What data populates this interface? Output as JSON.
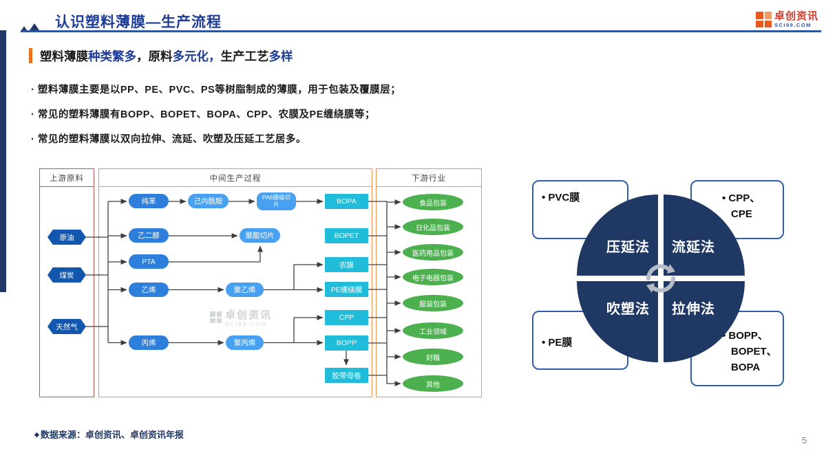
{
  "header": {
    "title": "认识塑料薄膜—生产流程",
    "logo": {
      "name": "卓创资讯",
      "domain": "SCI99.COM"
    }
  },
  "section": {
    "heading_parts": [
      "塑料薄膜",
      "种类繁多",
      "，原料",
      "多元化，",
      "生产工艺",
      "多样"
    ],
    "bullets": [
      "· 塑料薄膜主要是以PP、PE、PVC、PS等树脂制成的薄膜，用于包装及覆膜层；",
      "· 常见的塑料薄膜有BOPP、BOPET、BOPA、CPP、农膜及PE缠绕膜等；",
      "· 常见的塑料薄膜以双向拉伸、流延、吹塑及压延工艺居多。"
    ]
  },
  "flowchart": {
    "upstream": {
      "title": "上游原料",
      "items": [
        "原油",
        "煤炭",
        "天然气"
      ]
    },
    "middle": {
      "title": "中间生产过程",
      "nodes": [
        "纯苯",
        "己内酰胺",
        "PA6膜级切片",
        "乙二醇",
        "聚酯切片",
        "PTA",
        "乙烯",
        "聚乙烯",
        "丙烯",
        "聚丙烯"
      ],
      "products": [
        "BOPA",
        "BOPET",
        "农膜",
        "PE缠绕膜",
        "CPP",
        "BOPP",
        "胶带母卷"
      ]
    },
    "downstream": {
      "title": "下游行业",
      "items": [
        "食品包装",
        "日化品包装",
        "医药用品包装",
        "电子电器包装",
        "服装包装",
        "工业领域",
        "封箱",
        "其他"
      ]
    },
    "watermark": {
      "name": "卓创资讯",
      "domain": "SCI99.COM"
    }
  },
  "cycle": {
    "quadrants": [
      "压延法",
      "流延法",
      "吹塑法",
      "拉伸法"
    ],
    "corners": [
      {
        "lines": [
          "• PVC膜"
        ]
      },
      {
        "lines": [
          "• CPP、",
          "CPE"
        ]
      },
      {
        "lines": [
          "• PE膜"
        ]
      },
      {
        "lines": [
          "• BOPP、",
          "BOPET、",
          "BOPA"
        ]
      }
    ]
  },
  "footer": {
    "marker": "◆",
    "source": "数据来源：卓创资讯、卓创资讯年报"
  },
  "page": {
    "number": "5"
  }
}
